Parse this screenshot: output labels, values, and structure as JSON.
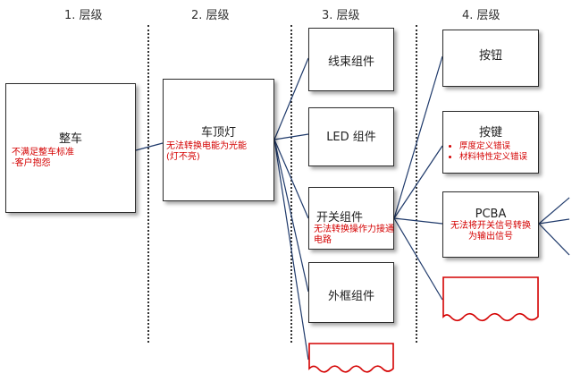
{
  "levels": {
    "l1": "1. 层级",
    "l2": "2. 层级",
    "l3": "3. 层级",
    "l4": "4. 层级"
  },
  "level1": {
    "name": "整车",
    "failure_line1": "不满足整车标准",
    "failure_line2": "-客户抱怨"
  },
  "level2": {
    "name": "车顶灯",
    "failure_line1": "无法转换电能为光能",
    "failure_line2": "(灯不亮)"
  },
  "level3": {
    "harness": "线束组件",
    "led": "LED 组件",
    "switch": "开关组件",
    "switch_failure_line1": "无法转换操作力接通",
    "switch_failure_line2": "电路",
    "frame": "外框组件"
  },
  "level4": {
    "button": "按钮",
    "key": "按键",
    "key_failures": [
      "厚度定义错误",
      "材料特性定义错误"
    ],
    "pcba": "PCBA",
    "pcba_failure_line1": "无法将开关信号转换",
    "pcba_failure_line2": "为输出信号"
  },
  "colors": {
    "failure_text": "#d40000",
    "connector": "#1f3a6b",
    "placeholder_border": "#d40000"
  }
}
